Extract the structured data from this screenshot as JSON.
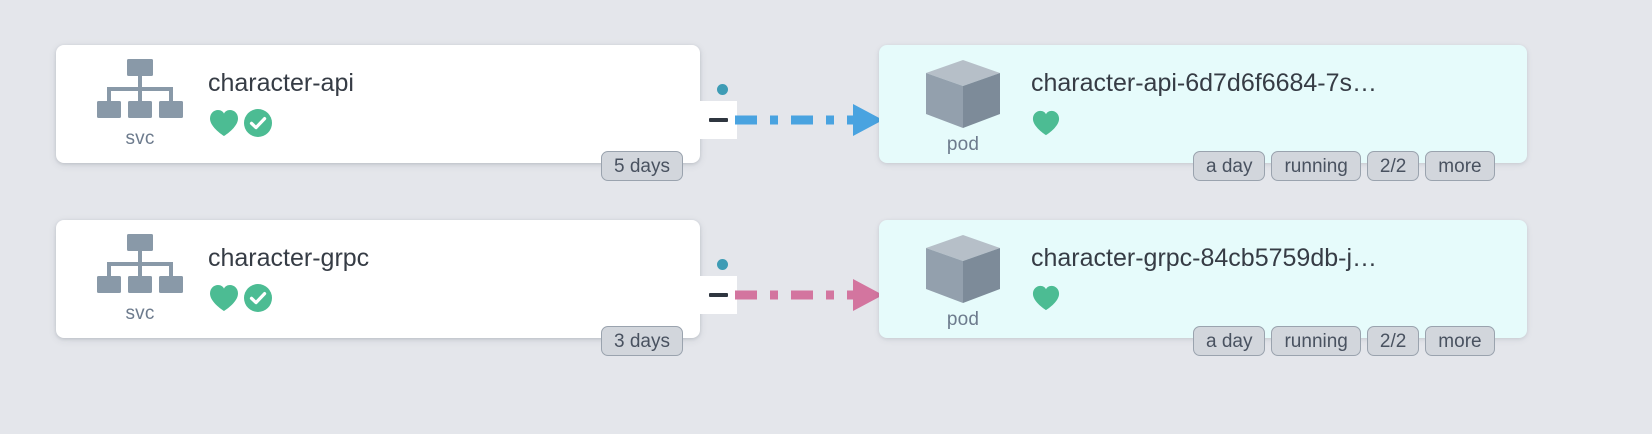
{
  "canvas": {
    "background_color": "#e4e6eb"
  },
  "theme": {
    "card_background": "#ffffff",
    "pod_card_background": "#e6fbfb",
    "kebab_dot_color": "#3e9cb5",
    "healthy_green": "#4cbc93",
    "icon_gray": "#8999a8",
    "pill_background": "#d2d6dc",
    "pill_border": "#9aa3ae",
    "text_color": "#363c45"
  },
  "rows": [
    {
      "service": {
        "kind": "svc",
        "icon": "service-hierarchy-icon",
        "title": "character-api",
        "status_icons": [
          {
            "name": "heart-health-icon",
            "color": "#4cbc93"
          },
          {
            "name": "check-circle-sync-icon",
            "color": "#4cbc93"
          }
        ],
        "menu_icon": "kebab-menu-icon",
        "badges": [
          "5 days"
        ]
      },
      "connector": {
        "style": "dash-dot",
        "color": "#49a3e0",
        "arrow": "arrow-right-icon",
        "collapse_icon": "minus-icon"
      },
      "pod": {
        "kind": "pod",
        "icon": "pod-cube-icon",
        "title": "character-api-6d7d6f6684-7s…",
        "status_icons": [
          {
            "name": "heart-health-icon",
            "color": "#4cbc93"
          }
        ],
        "menu_icon": "kebab-menu-icon",
        "badges": [
          "a day",
          "running",
          "2/2",
          "more"
        ]
      }
    },
    {
      "service": {
        "kind": "svc",
        "icon": "service-hierarchy-icon",
        "title": "character-grpc",
        "status_icons": [
          {
            "name": "heart-health-icon",
            "color": "#4cbc93"
          },
          {
            "name": "check-circle-sync-icon",
            "color": "#4cbc93"
          }
        ],
        "menu_icon": "kebab-menu-icon",
        "badges": [
          "3 days"
        ]
      },
      "connector": {
        "style": "dash-dot",
        "color": "#d3759f",
        "arrow": "arrow-right-icon",
        "collapse_icon": "minus-icon"
      },
      "pod": {
        "kind": "pod",
        "icon": "pod-cube-icon",
        "title": "character-grpc-84cb5759db-j…",
        "status_icons": [
          {
            "name": "heart-health-icon",
            "color": "#4cbc93"
          }
        ],
        "menu_icon": "kebab-menu-icon",
        "badges": [
          "a day",
          "running",
          "2/2",
          "more"
        ]
      }
    }
  ]
}
